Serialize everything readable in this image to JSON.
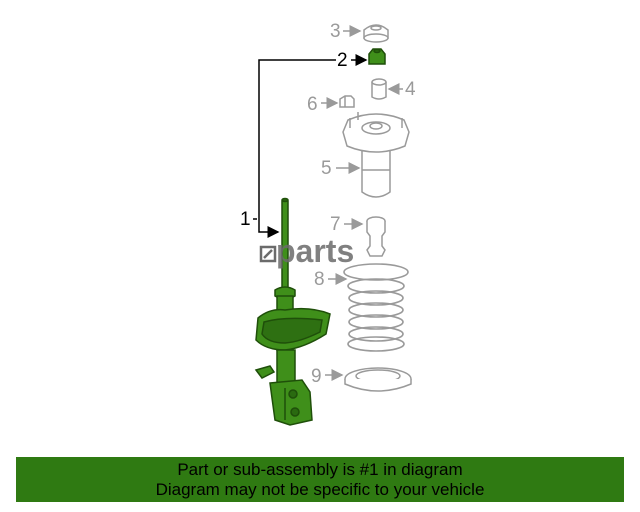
{
  "labels": {
    "l1": "1",
    "l2": "2",
    "l3": "3",
    "l4": "4",
    "l5": "5",
    "l6": "6",
    "l7": "7",
    "l8": "8",
    "l9": "9"
  },
  "watermark": "parts",
  "banner": {
    "line1": "Part or sub-assembly is #1 in diagram",
    "line2": "Diagram may not be specific to your vehicle"
  },
  "colors": {
    "highlight": "#2f7a12",
    "part_fill": "#3f8f1a",
    "grey_line": "#9a9a9a"
  }
}
